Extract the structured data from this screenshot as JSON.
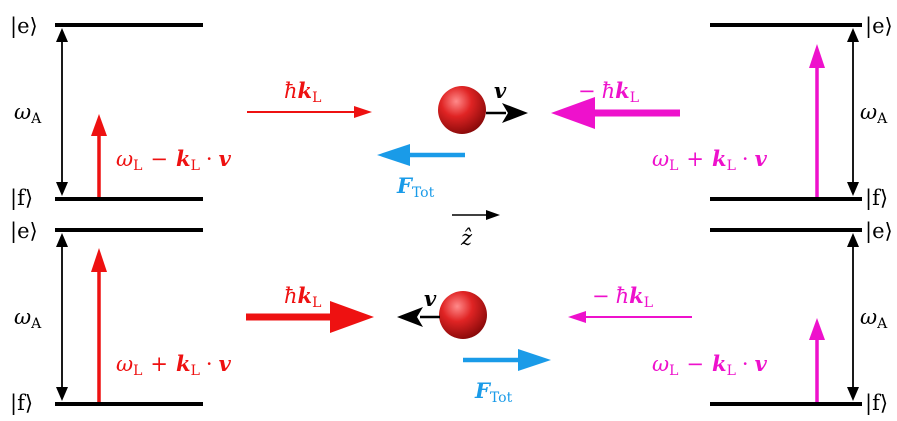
{
  "colors": {
    "level": "#000000",
    "laser_left": "#ee1111",
    "laser_right": "#ee11cc",
    "force": "#1a9be8",
    "atom": "#dd2222"
  },
  "kets": {
    "excited": "|e⟩",
    "ground": "|f⟩"
  },
  "omega_A": {
    "symbol": "ω",
    "sub": "A"
  },
  "top_panel": {
    "left_laser_label": {
      "hbar": "ħ",
      "k": "k",
      "sub": "L"
    },
    "right_laser_label": {
      "minus": "−",
      "hbar": "ħ",
      "k": "k",
      "sub": "L"
    },
    "left_freq": {
      "omega": "ω",
      "sub": "L",
      "op": "−",
      "k": "k",
      "ksub": "L",
      "dot": "·",
      "v": "v"
    },
    "right_freq": {
      "omega": "ω",
      "sub": "L",
      "op": "+",
      "k": "k",
      "ksub": "L",
      "dot": "·",
      "v": "v"
    },
    "velocity": "v",
    "force": {
      "F": "F",
      "sub": "Tot"
    }
  },
  "zhat": "ẑ",
  "bottom_panel": {
    "left_laser_label": {
      "hbar": "ħ",
      "k": "k",
      "sub": "L"
    },
    "right_laser_label": {
      "minus": "−",
      "hbar": "ħ",
      "k": "k",
      "sub": "L"
    },
    "left_freq": {
      "omega": "ω",
      "sub": "L",
      "op": "+",
      "k": "k",
      "ksub": "L",
      "dot": "·",
      "v": "v"
    },
    "right_freq": {
      "omega": "ω",
      "sub": "L",
      "op": "−",
      "k": "k",
      "ksub": "L",
      "dot": "·",
      "v": "v"
    },
    "velocity": "v",
    "force": {
      "F": "F",
      "sub": "Tot"
    }
  }
}
